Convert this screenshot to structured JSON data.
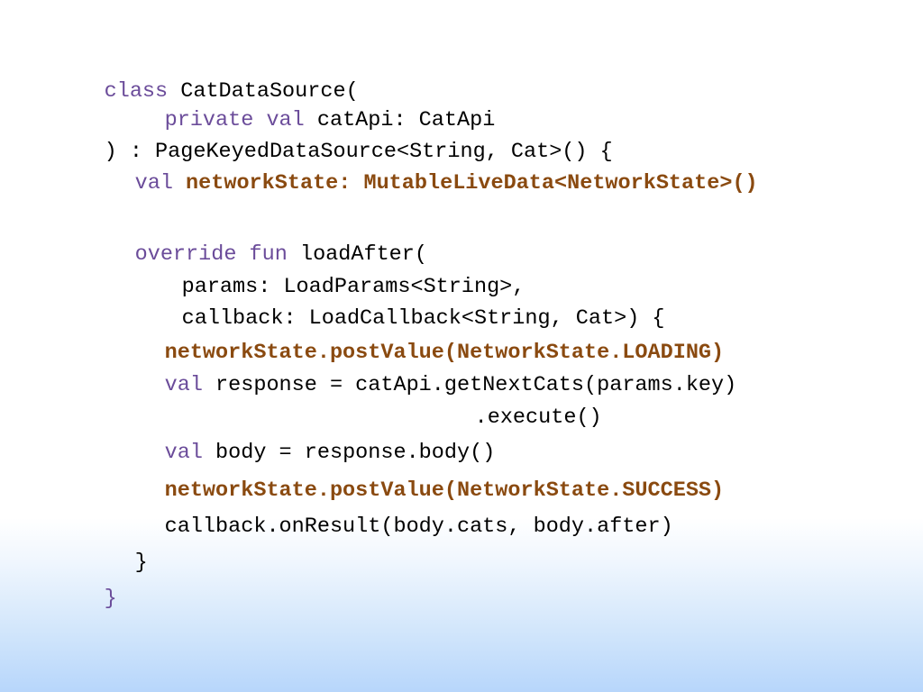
{
  "colors": {
    "keyword": "#6b4c9a",
    "highlight": "#8a4a10",
    "plain": "#000000",
    "background_top": "#ffffff",
    "background_bottom": "#b7d6fb"
  },
  "code": {
    "lines": [
      {
        "tokens": [
          {
            "t": "class",
            "k": "kw"
          },
          {
            "t": " CatDataSource(",
            "k": "pl"
          }
        ]
      },
      {
        "tokens": [
          {
            "t": "private val",
            "k": "kw"
          },
          {
            "t": " catApi: CatApi",
            "k": "pl"
          }
        ]
      },
      {
        "tokens": [
          {
            "t": ") : PageKeyedDataSource<String, Cat>() {",
            "k": "pl"
          }
        ]
      },
      {
        "tokens": [
          {
            "t": "val",
            "k": "kw"
          },
          {
            "t": " ",
            "k": "pl"
          },
          {
            "t": "networkState: MutableLiveData<NetworkState>()",
            "k": "hl"
          }
        ]
      },
      {
        "tokens": [
          {
            "t": "override fun",
            "k": "kw"
          },
          {
            "t": " loadAfter(",
            "k": "pl"
          }
        ]
      },
      {
        "tokens": [
          {
            "t": "params: LoadParams<String>,",
            "k": "pl"
          }
        ]
      },
      {
        "tokens": [
          {
            "t": "callback: LoadCallback<String, Cat>) {",
            "k": "pl"
          }
        ]
      },
      {
        "tokens": [
          {
            "t": "networkState.postValue(NetworkState.LOADING)",
            "k": "hl"
          }
        ]
      },
      {
        "tokens": [
          {
            "t": "val",
            "k": "kw"
          },
          {
            "t": " response = catApi.getNextCats(params.key)",
            "k": "pl"
          }
        ]
      },
      {
        "tokens": [
          {
            "t": ".execute()",
            "k": "pl"
          }
        ]
      },
      {
        "tokens": [
          {
            "t": "val",
            "k": "kw"
          },
          {
            "t": " body = response.body()",
            "k": "pl"
          }
        ]
      },
      {
        "tokens": [
          {
            "t": "networkState.postValue(NetworkState.SUCCESS)",
            "k": "hl"
          }
        ]
      },
      {
        "tokens": [
          {
            "t": "callback.onResult(body.cats, body.after)",
            "k": "pl"
          }
        ]
      },
      {
        "tokens": [
          {
            "t": "}",
            "k": "pl"
          }
        ]
      },
      {
        "tokens": [
          {
            "t": "}",
            "k": "kw"
          }
        ]
      }
    ]
  }
}
